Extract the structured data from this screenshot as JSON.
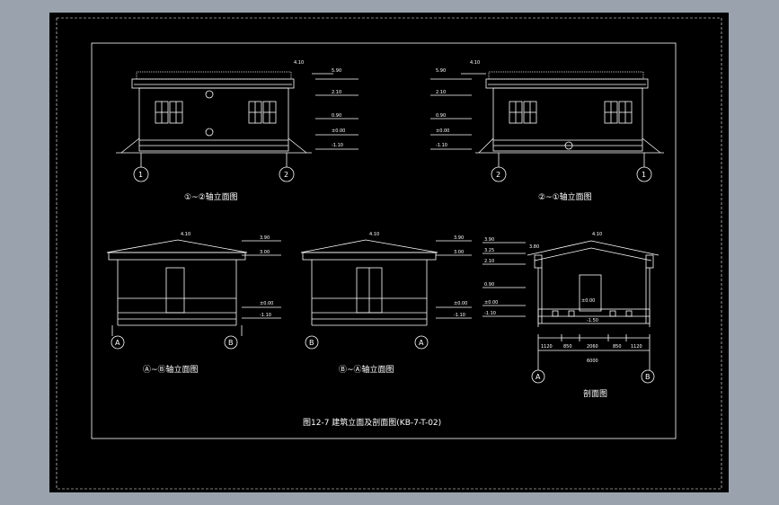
{
  "drawing": {
    "caption": "图12-7  建筑立面及剖面图(KB-7-T-02)",
    "views": [
      {
        "id": "v1",
        "label": "①~②轴立面图",
        "axis_left": "1",
        "axis_right": "2",
        "levels": [
          "5.90",
          "2.10",
          "0.90",
          "±0.00",
          "-1.10"
        ],
        "top_level": "4.10"
      },
      {
        "id": "v2",
        "label": "②~①轴立面图",
        "axis_left": "2",
        "axis_right": "1",
        "levels": [
          "5.90",
          "2.10",
          "0.90",
          "±0.00",
          "-1.10"
        ],
        "top_level": "4.10"
      },
      {
        "id": "v3",
        "label": "Ⓐ~Ⓑ轴立面图",
        "axis_left": "A",
        "axis_right": "B",
        "levels": [
          "3.90",
          "3.00",
          "±0.00",
          "-1.10"
        ],
        "top_level": "4.10"
      },
      {
        "id": "v4",
        "label": "Ⓑ~Ⓐ轴立面图",
        "axis_left": "B",
        "axis_right": "A",
        "levels": [
          "3.90",
          "3.00",
          "±0.00",
          "-1.10"
        ],
        "top_level": "4.10"
      },
      {
        "id": "v5",
        "label": "剖面图",
        "axis_left": "A",
        "axis_right": "B",
        "levels": [
          "3.90",
          "3.25",
          "2.10",
          "0.90",
          "±0.00",
          "-1.10"
        ],
        "top_level": "4.10",
        "ridge": "3.80",
        "inner": "±0.00",
        "floor": "-1.50",
        "dims": [
          "1120",
          "850",
          "2060",
          "850",
          "1120"
        ],
        "total": "6000"
      }
    ]
  }
}
